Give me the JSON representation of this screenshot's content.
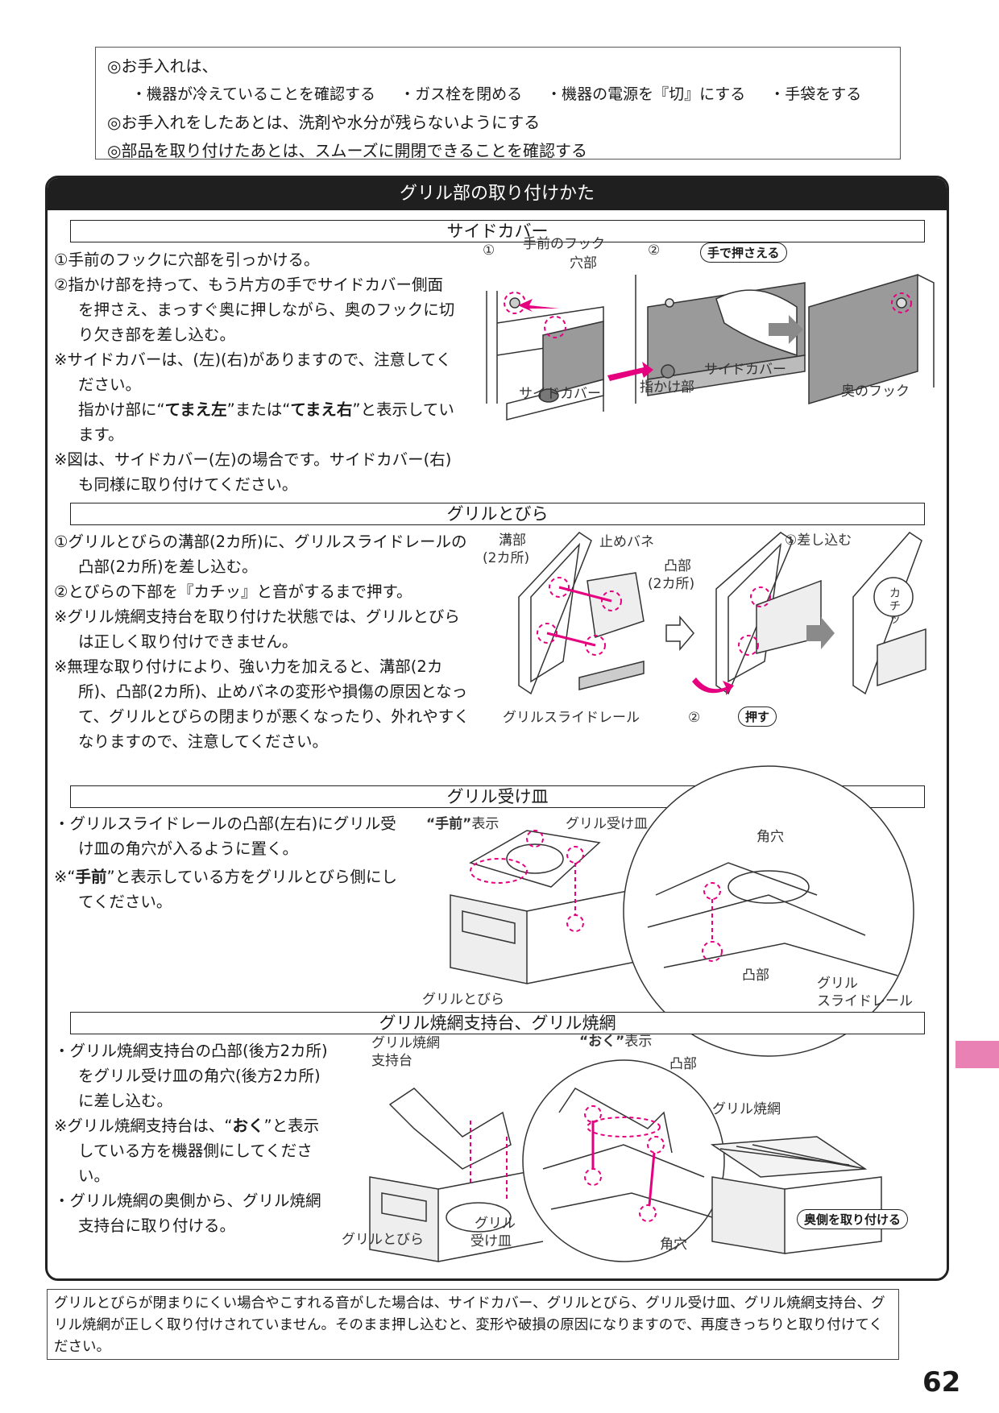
{
  "notice": {
    "line1": "◎お手入れは、",
    "bullets": [
      "・機器が冷えていることを確認する",
      "・ガス栓を閉める",
      "・機器の電源を『切』にする",
      "・手袋をする"
    ],
    "line2": "◎お手入れをしたあとは、洗剤や水分が残らないようにする",
    "line3": "◎部品を取り付けたあとは、スムーズに開閉できることを確認する"
  },
  "main_title": "グリル部の取り付けかた",
  "side_cover": {
    "heading": "サイドカバー",
    "step1": "①手前のフックに穴部を引っかける。",
    "step2": "②指かけ部を持って、もう片方の手でサイドカバー側面を押さえ、まっすぐ奥に押しながら、奥のフックに切り欠き部を差し込む。",
    "note1": "※サイドカバーは、(左)(右)がありますので、注意してください。",
    "note1b_pre": "指かけ部に“",
    "note1b_bold1": "てまえ左",
    "note1b_mid": "”または“",
    "note1b_bold2": "てまえ右",
    "note1b_post": "”と表示しています。",
    "note2": "※図は、サイドカバー(左)の場合です。サイドカバー(右)も同様に取り付けてください。",
    "fig": {
      "n1": "①",
      "n2": "②",
      "front_hook": "手前のフック",
      "hole": "穴部",
      "press_by_hand": "手で押さえる",
      "side_cover_a": "サイドカバー",
      "finger_grip": "指かけ部",
      "side_cover_b": "サイドカバー",
      "back_hook": "奥のフック"
    }
  },
  "grill_door": {
    "heading": "グリルとびら",
    "step1": "①グリルとびらの溝部(2カ所)に、グリルスライドレールの凸部(2カ所)を差し込む。",
    "step2": "②とびらの下部を『カチッ』と音がするまで押す。",
    "note1": "※グリル焼網支持台を取り付けた状態では、グリルとびらは正しく取り付けできません。",
    "note2": "※無理な取り付けにより、強い力を加えると、溝部(2カ所)、凸部(2カ所)、止めバネの変形や損傷の原因となって、グリルとびらの閉まりが悪くなったり、外れやすくなりますので、注意してください。",
    "fig": {
      "groove": "溝部",
      "groove2": "(2カ所)",
      "spring": "止めバネ",
      "boss": "凸部",
      "boss2": "(2カ所)",
      "insert": "①差し込む",
      "click": "カチッ",
      "rail": "グリルスライドレール",
      "n2": "②",
      "push": "押す"
    }
  },
  "drip_pan": {
    "heading": "グリル受け皿",
    "step1": "・グリルスライドレールの凸部(左右)にグリル受け皿の角穴が入るように置く。",
    "note_pre": "※“",
    "note_bold": "手前",
    "note_post": "”と表示している方をグリルとびら側にしてください。",
    "fig": {
      "front_mark_bold": "“手前”",
      "front_mark": "表示",
      "pan": "グリル受け皿",
      "square_hole": "角穴",
      "boss": "凸部",
      "rail1": "グリル",
      "rail2": "スライドレール",
      "door": "グリルとびら"
    }
  },
  "grill_net": {
    "heading": "グリル焼網支持台、グリル焼網",
    "step1": "・グリル焼網支持台の凸部(後方2カ所)をグリル受け皿の角穴(後方2カ所)に差し込む。",
    "note_pre": "※グリル焼網支持台は、“",
    "note_bold": "おく",
    "note_post": "”と表示している方を機器側にしてください。",
    "step2": "・グリル焼網の奥側から、グリル焼網支持台に取り付ける。",
    "fig": {
      "stand1": "グリル焼網",
      "stand2": "支持台",
      "back_mark_bold": "“おく”",
      "back_mark": "表示",
      "boss": "凸部",
      "net": "グリル焼網",
      "attach_back": "奥側を取り付ける",
      "pan1": "グリル",
      "pan2": "受け皿",
      "door": "グリルとびら",
      "square_hole": "角穴"
    }
  },
  "footer_note": "グリルとびらが閉まりにくい場合やこすれる音がした場合は、サイドカバー、グリルとびら、グリル受け皿、グリル焼網支持台、グリル焼網が正しく取り付けされていません。そのまま押し込むと、変形や破損の原因になりますので、再度きっちりと取り付けてください。",
  "page_number": "62",
  "colors": {
    "accent": "#e5007f",
    "tab": "#e981b4",
    "header_bg": "#1f1f1f",
    "part_gray": "#9a9a9a"
  }
}
